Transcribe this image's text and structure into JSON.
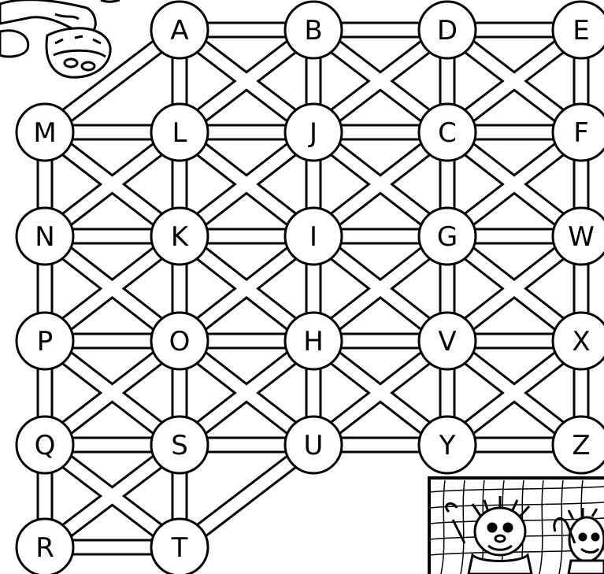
{
  "puzzle": {
    "nodes": [
      {
        "id": "A",
        "label": "A"
      },
      {
        "id": "B",
        "label": "B"
      },
      {
        "id": "D",
        "label": "D"
      },
      {
        "id": "E",
        "label": "E"
      },
      {
        "id": "M",
        "label": "M"
      },
      {
        "id": "L",
        "label": "L"
      },
      {
        "id": "J",
        "label": "J"
      },
      {
        "id": "C",
        "label": "C"
      },
      {
        "id": "F",
        "label": "F"
      },
      {
        "id": "N",
        "label": "N"
      },
      {
        "id": "K",
        "label": "K"
      },
      {
        "id": "I",
        "label": "I"
      },
      {
        "id": "G",
        "label": "G"
      },
      {
        "id": "W",
        "label": "W"
      },
      {
        "id": "P",
        "label": "P"
      },
      {
        "id": "O",
        "label": "O"
      },
      {
        "id": "H",
        "label": "H"
      },
      {
        "id": "V",
        "label": "V"
      },
      {
        "id": "X",
        "label": "X"
      },
      {
        "id": "Q",
        "label": "Q"
      },
      {
        "id": "S",
        "label": "S"
      },
      {
        "id": "U",
        "label": "U"
      },
      {
        "id": "Y",
        "label": "Y"
      },
      {
        "id": "Z",
        "label": "Z"
      },
      {
        "id": "R",
        "label": "R"
      },
      {
        "id": "T",
        "label": "T"
      }
    ]
  },
  "colors": {
    "line": "#000000",
    "fill": "#ffffff"
  },
  "illustrations": [
    "cartoon-kicker-icon",
    "goalkeepers-in-net-icon"
  ]
}
